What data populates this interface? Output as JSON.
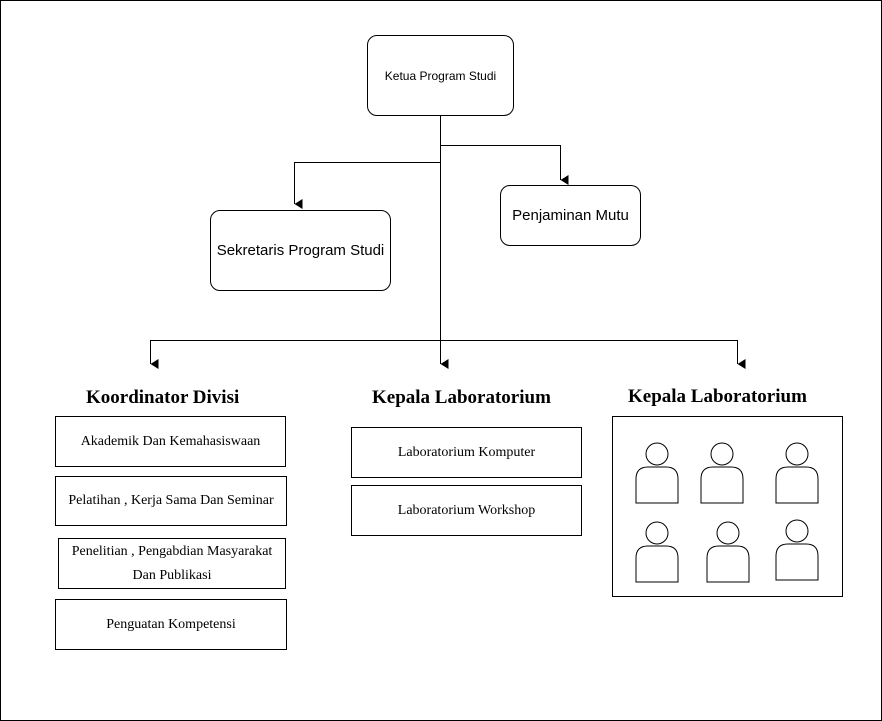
{
  "nodes": {
    "ketua": "Ketua Program Studi",
    "sekretaris": "Sekretaris Program Studi",
    "penjaminan": "Penjaminan Mutu"
  },
  "columns": [
    {
      "heading": "Koordinator Divisi",
      "items": [
        "Akademik Dan Kemahasiswaan",
        "Pelatihan , Kerja Sama Dan Seminar",
        "Penelitian , Pengabdian Masyarakat Dan Publikasi",
        "Penguatan Kompetensi"
      ]
    },
    {
      "heading": "Kepala Laboratorium",
      "items": [
        "Laboratorium Komputer",
        "Laboratorium Workshop"
      ]
    },
    {
      "heading": "Kepala Laboratorium",
      "people_icons": [
        "person-icon",
        "person-icon",
        "person-icon",
        "person-icon",
        "person-icon",
        "person-icon"
      ]
    }
  ]
}
